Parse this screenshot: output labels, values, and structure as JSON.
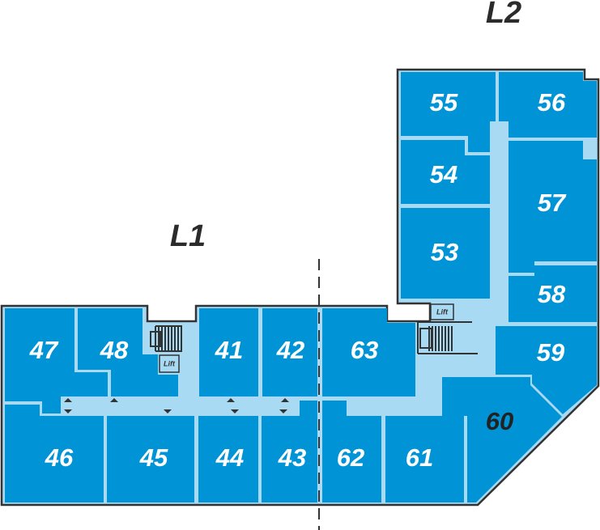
{
  "levels": {
    "l1": "L1",
    "l2": "L2"
  },
  "lift_label": "Lift",
  "colors": {
    "room": "#0093d6",
    "corridor": "#a8daf4",
    "outline": "#333333",
    "unavailable": "#ffffff"
  },
  "rooms": {
    "r41": "41",
    "r42": "42",
    "r43": "43",
    "r44": "44",
    "r45": "45",
    "r46": "46",
    "r47": "47",
    "r48": "48",
    "r53": "53",
    "r54": "54",
    "r55": "55",
    "r56": "56",
    "r57": "57",
    "r58": "58",
    "r59": "59",
    "r60": "60",
    "r61": "61",
    "r62": "62",
    "r63": "63"
  }
}
